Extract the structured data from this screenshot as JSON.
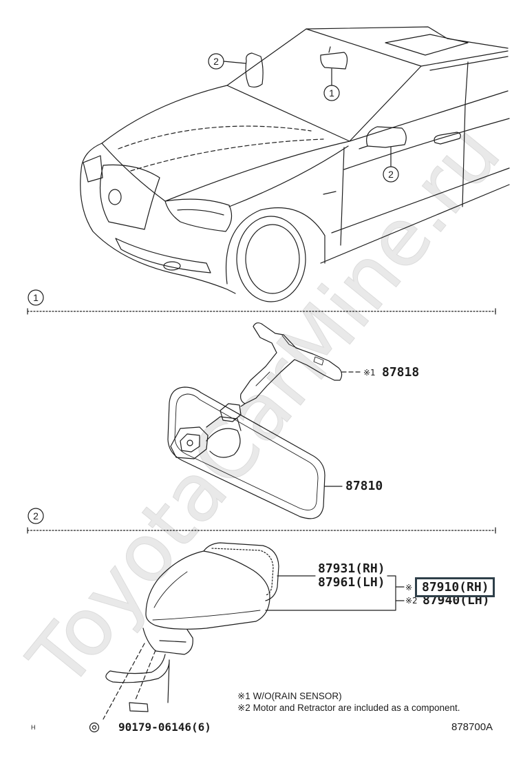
{
  "overview": {
    "callouts": [
      {
        "number": "2"
      },
      {
        "number": "1"
      },
      {
        "number": "2"
      }
    ]
  },
  "sections": [
    {
      "marker": "1",
      "parts": [
        {
          "ref": "※1",
          "number": "87818"
        },
        {
          "number": "87810"
        }
      ]
    },
    {
      "marker": "2",
      "parts": [
        {
          "number": "87931(RH)"
        },
        {
          "number": "87961(LH)"
        },
        {
          "ref": "※",
          "number": "87910(RH)",
          "highlighted": true
        },
        {
          "ref": "※2",
          "number": "87940(LH)"
        }
      ]
    }
  ],
  "notes": [
    "※1 W/O(RAIN SENSOR)",
    "※2 Motor and Retractor are included as a component."
  ],
  "hardware": {
    "icon": "bolt-symbol-icon",
    "number": "90179-06146(6)"
  },
  "corner_mark": "H",
  "diagram_code": "878700A",
  "watermark": "ToyotaCarMine.ru",
  "colors": {
    "line": "#1c1c1c",
    "highlight_border": "#2e3f49",
    "watermark": "#e6e6e6",
    "background": "#ffffff"
  }
}
